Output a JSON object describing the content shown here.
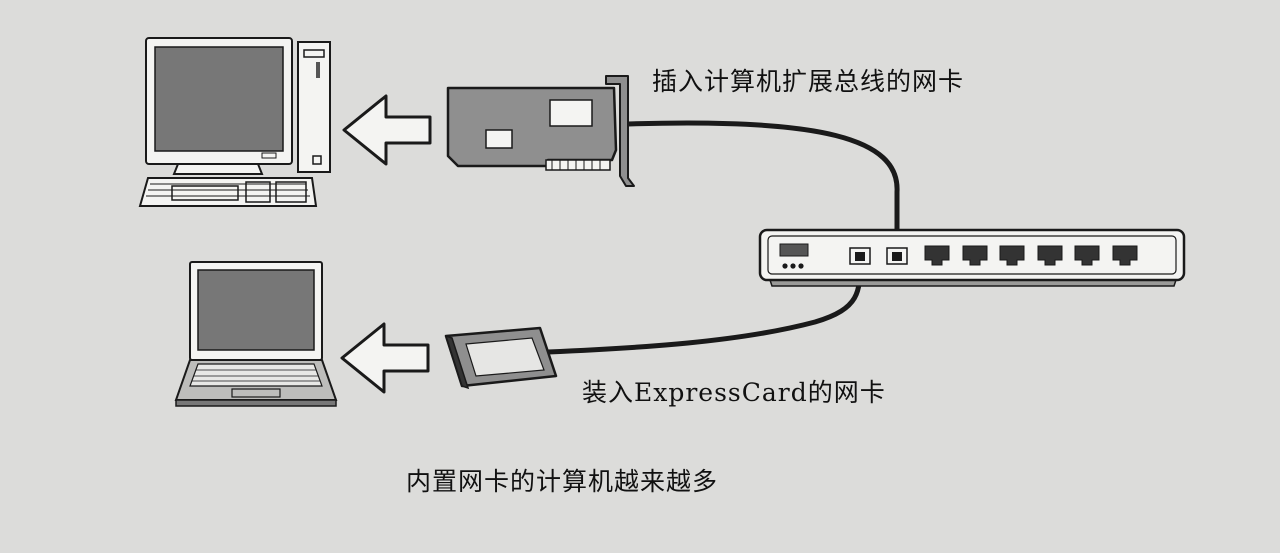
{
  "labels": {
    "nic_bus": "插入计算机扩展总线的网卡",
    "nic_expresscard": "装入ExpressCard的网卡",
    "caption": "内置网卡的计算机越来越多"
  },
  "hub_ports": {
    "plain_ports": 2,
    "rj45_ports": 6
  },
  "colors": {
    "background": "#dcdcda",
    "line": "#1a1a1a",
    "screen": "#777777",
    "card_fill": "#8f8f8f",
    "light_fill": "#f4f4f2"
  }
}
